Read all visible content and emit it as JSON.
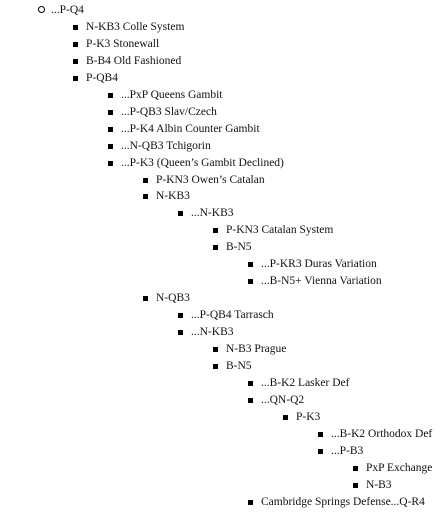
{
  "tree": [
    {
      "label": "...P-Q4",
      "marker": "circle"
    },
    {
      "label": "N-KB3 Colle System",
      "marker": "square"
    },
    {
      "label": "P-K3 Stonewall",
      "marker": "square"
    },
    {
      "label": "B-B4 Old Fashioned",
      "marker": "square"
    },
    {
      "label": "P-QB4",
      "marker": "square"
    },
    {
      "label": "...PxP Queens Gambit",
      "marker": "square"
    },
    {
      "label": "...P-QB3 Slav/Czech",
      "marker": "square"
    },
    {
      "label": "...P-K4 Albin Counter Gambit",
      "marker": "square"
    },
    {
      "label": "...N-QB3 Tchigorin",
      "marker": "square"
    },
    {
      "label": "...P-K3 (Queen’s Gambit Declined)",
      "marker": "square"
    },
    {
      "label": "P-KN3 Owen’s Catalan",
      "marker": "square"
    },
    {
      "label": "N-KB3",
      "marker": "square"
    },
    {
      "label": "...N-KB3",
      "marker": "square"
    },
    {
      "label": "P-KN3 Catalan System",
      "marker": "square"
    },
    {
      "label": "B-N5",
      "marker": "square"
    },
    {
      "label": "...P-KR3 Duras Variation",
      "marker": "square"
    },
    {
      "label": "...B-N5+ Vienna Variation",
      "marker": "square"
    },
    {
      "label": "N-QB3",
      "marker": "square"
    },
    {
      "label": "...P-QB4 Tarrasch",
      "marker": "square"
    },
    {
      "label": "...N-KB3",
      "marker": "square"
    },
    {
      "label": "N-B3 Prague",
      "marker": "square"
    },
    {
      "label": "B-N5",
      "marker": "square"
    },
    {
      "label": "...B-K2 Lasker Def",
      "marker": "square"
    },
    {
      "label": "...QN-Q2",
      "marker": "square"
    },
    {
      "label": "P-K3",
      "marker": "square"
    },
    {
      "label": "...B-K2 Orthodox Def",
      "marker": "square"
    },
    {
      "label": "...P-B3",
      "marker": "square"
    },
    {
      "label": "PxP Exchange",
      "marker": "square"
    },
    {
      "label": "N-B3",
      "marker": "square"
    },
    {
      "label": "Cambridge Springs Defense...Q-R4",
      "marker": "square"
    }
  ]
}
